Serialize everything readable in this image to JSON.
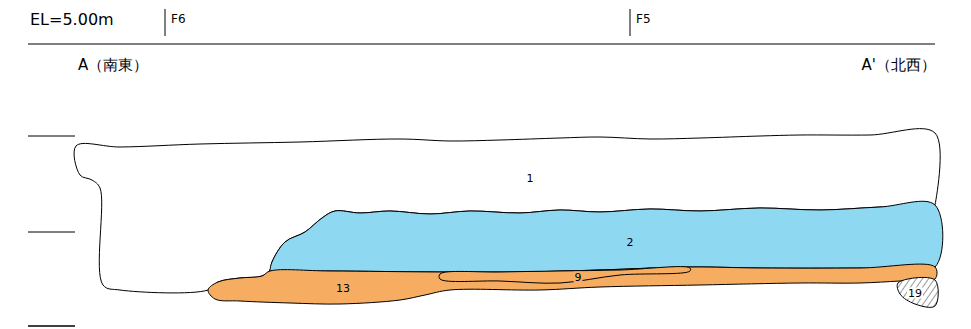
{
  "diagram": {
    "nodes": [
      {
        "text": [
          "1"
        ]
      },
      {
        "text": [
          "2"
        ]
      },
      {
        "text": [
          "13"
        ]
      },
      {
        "text": [
          "9"
        ]
      },
      {
        "text": [
          "19"
        ]
      }
    ],
    "labels": [
      "EL=5.00m",
      "F6",
      "F5",
      "A（南東）",
      "A'（北西）"
    ]
  }
}
